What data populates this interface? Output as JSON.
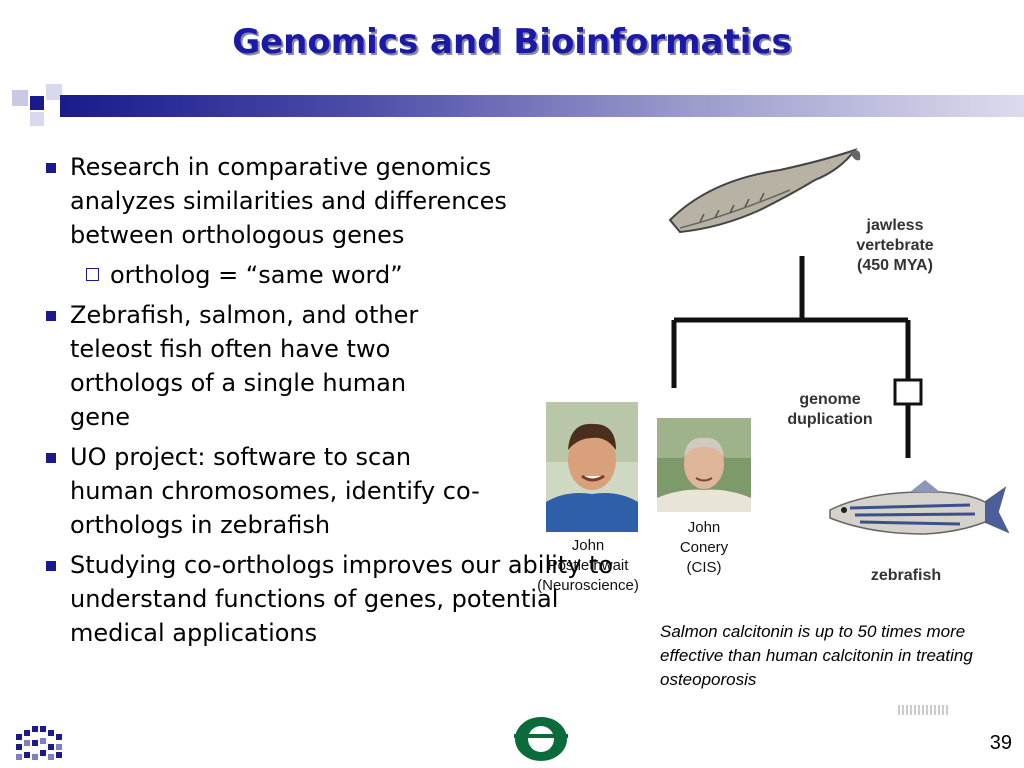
{
  "slide": {
    "title": "Genomics and Bioinformatics",
    "page_number": "39"
  },
  "bullets": [
    {
      "text": "Research in comparative genomics analyzes similarities and differences between orthologous genes"
    },
    {
      "text": "Zebrafish, salmon, and other teleost fish often have two orthologs of a single human gene"
    },
    {
      "text": "UO project: software to scan human chromosomes, identify co-orthologs in zebrafish"
    },
    {
      "text": "Studying co-orthologs improves our ability to understand functions of genes, potential medical applications"
    }
  ],
  "sub_bullet": {
    "text": "ortholog = “same word”"
  },
  "people": {
    "postlethwait": {
      "line1": "John",
      "line2": "Postlethwait",
      "line3": "(Neuroscience)"
    },
    "conery": {
      "line1": "John",
      "line2": "Conery",
      "line3": "(CIS)"
    }
  },
  "tree": {
    "jawless_line1": "jawless",
    "jawless_line2": "vertebrate",
    "jawless_line3": "(450 MYA)",
    "dup_line1": "genome",
    "dup_line2": "duplication",
    "zebrafish": "zebrafish"
  },
  "note": "Salmon calcitonin is up to 50 times more effective than human calcitonin in treating osteoporosis",
  "colors": {
    "accent": "#1a1a8c",
    "title": "#1a1aa6",
    "logo": "#0b6b3a"
  }
}
